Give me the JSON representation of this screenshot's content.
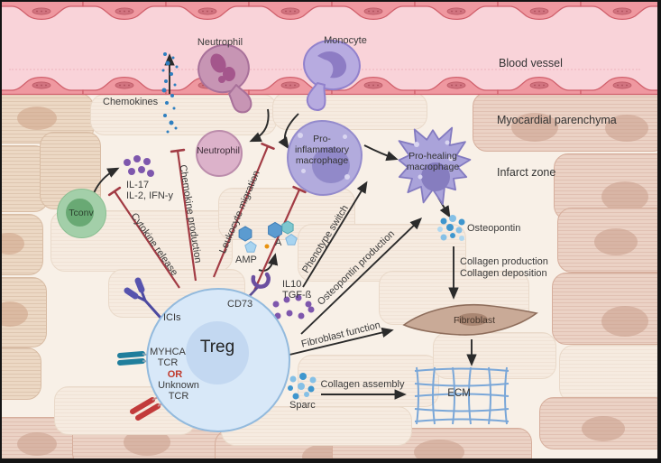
{
  "region_labels": {
    "blood_vessel": "Blood vessel",
    "myocardial_parenchyma": "Myocardial parenchyma",
    "infarct_zone": "Infarct zone"
  },
  "cell_labels": {
    "neutrophil_vessel": "Neutrophil",
    "monocyte": "Monocyte",
    "neutrophil_infarct": "Neutrophil",
    "pro_inflammatory_macrophage": "Pro-inflammatory macrophage",
    "pro_healing_macrophage": "Pro-healing macrophage",
    "tconv": "Tconv",
    "treg": "Treg",
    "fibroblast": "Fibroblast",
    "ecm": "ECM"
  },
  "molecule_labels": {
    "chemokines": "Chemokines",
    "il17": "IL-17",
    "il2_ifny": "IL-2, IFN-y",
    "amp": "AMP",
    "adenosine": "A",
    "cd73": "CD73",
    "il10": "IL10",
    "tgfb": "TGF-ß",
    "osteopontin": "Osteopontin",
    "sparc": "Sparc"
  },
  "receptor_labels": {
    "icis": "ICIs",
    "myhca": "MYHCA",
    "myhca_tcr": "TCR",
    "or": "OR",
    "unknown": "Unknown",
    "unknown_tcr": "TCR"
  },
  "process_labels": {
    "cytokine_release": "Cytokine release",
    "chemokine_production": "Chemokine production",
    "leukocyte_migration": "Leukocyte migration",
    "phenotype_switch": "Phenotype switch",
    "osteopontin_production": "Osteopontin production",
    "fibroblast_function": "Fibroblast function",
    "collagen_assembly": "Collagen assembly",
    "collagen_production": "Collagen production",
    "collagen_deposition": "Collagen deposition"
  },
  "colors": {
    "inhibition_red": "#a23b44",
    "arrow_black": "#2b2b2b",
    "vessel_lumen": "#f9d3d9",
    "endothelium_fill": "#ef98a0",
    "treg_fill": "#d8e8f8",
    "or_red": "#c0392b",
    "molecule_purple": "#7e57ad",
    "osteopontin_blue": "#3e96ce",
    "ecm_blue": "#7aa7d8"
  }
}
